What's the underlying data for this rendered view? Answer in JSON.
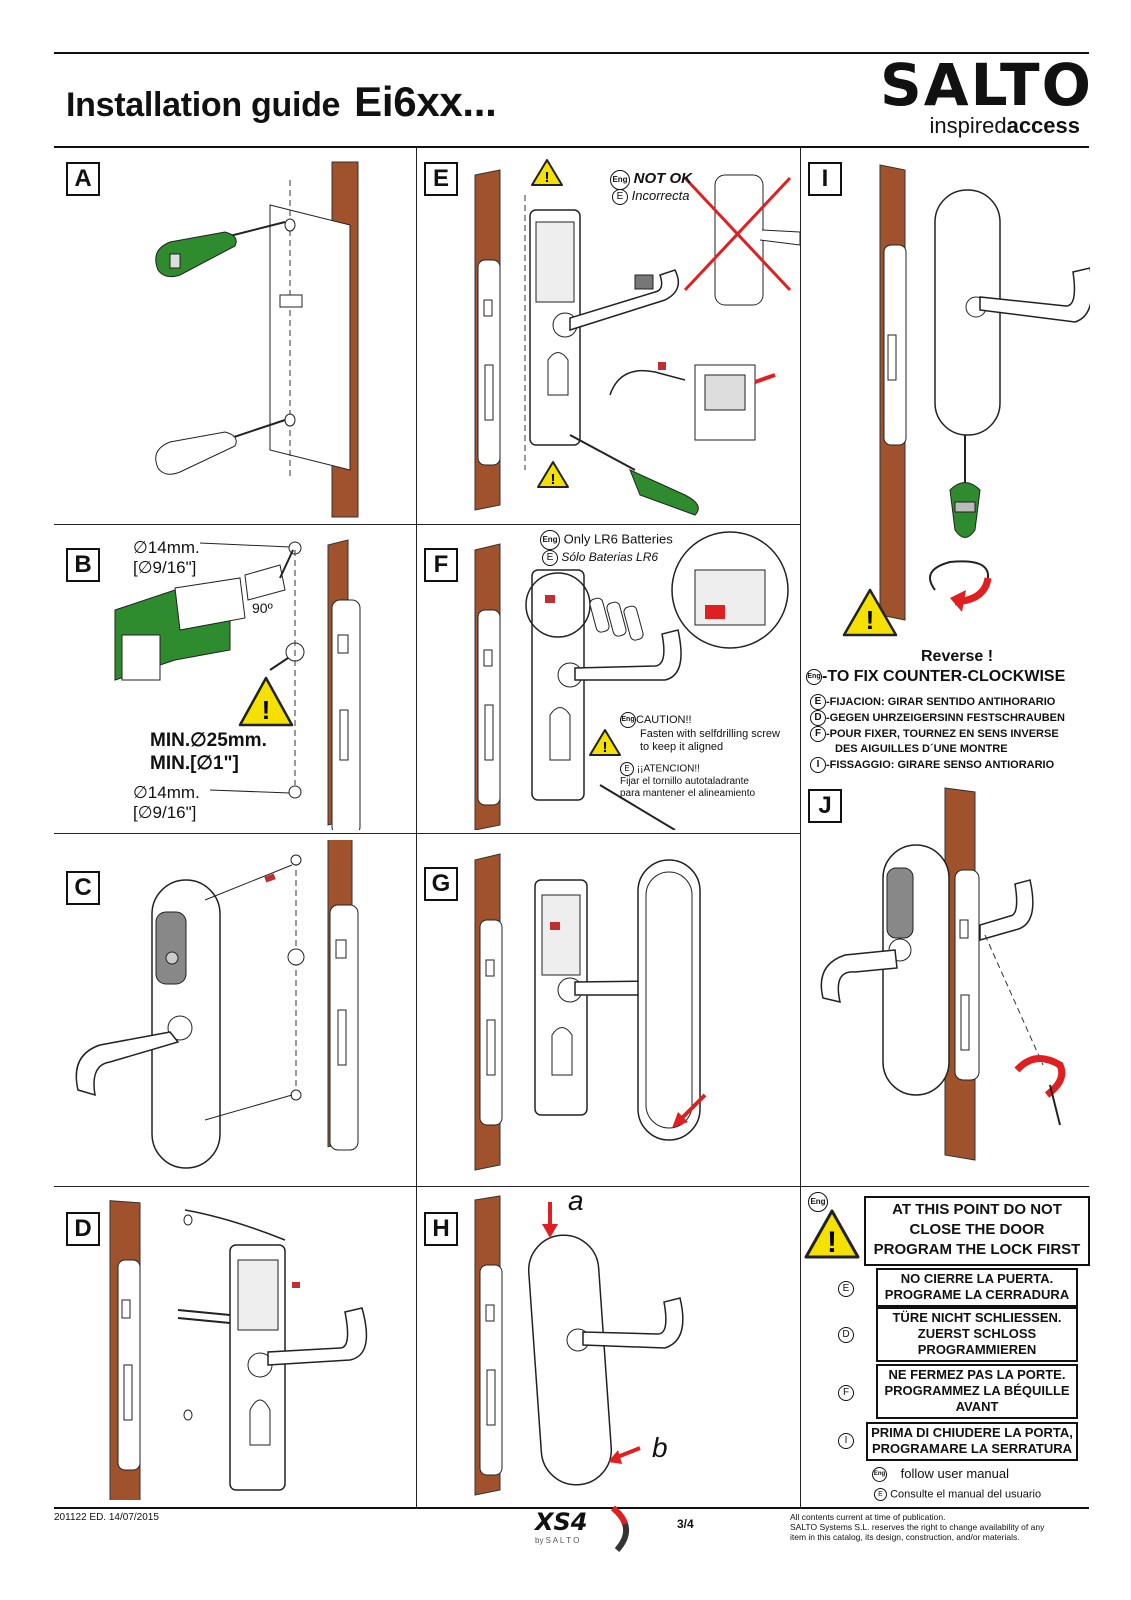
{
  "header": {
    "title": "Installation guide",
    "model": "Ei6xx...",
    "logo_word": "SALTO",
    "logo_tag_light": "inspired",
    "logo_tag_bold": "access"
  },
  "panels": {
    "A": "A",
    "B": "B",
    "C": "C",
    "D": "D",
    "E": "E",
    "F": "F",
    "G": "G",
    "H": "H",
    "I": "I",
    "J": "J"
  },
  "panel_b": {
    "hole_top": "∅14mm.",
    "hole_top_imp": "[∅9/16\"]",
    "angle": "90º",
    "min1": "MIN.∅25mm.",
    "min2": "MIN.[∅1\"]",
    "hole_bottom": "∅14mm.",
    "hole_bottom_imp": "[∅9/16\"]"
  },
  "panel_e": {
    "eng": "Eng",
    "not_ok": "NOT OK",
    "e": "E",
    "incorrecta": "Incorrecta"
  },
  "panel_f": {
    "eng": "Eng",
    "batteries_en": "Only  LR6 Batteries",
    "e": "E",
    "batteries_es": "Sólo  Baterias LR6",
    "caution_en_title": "CAUTION!!",
    "caution_en_1": "Fasten with selfdrilling screw",
    "caution_en_2": "to keep it aligned",
    "caution_es_title": "¡¡ATENCION!!",
    "caution_es_1": "Fijar el tornillo autotaladrante",
    "caution_es_2": "para mantener el alineamiento"
  },
  "panel_h": {
    "a": "a",
    "b": "b"
  },
  "panel_i": {
    "reverse": "Reverse !",
    "eng": "Eng",
    "fix_en": "-TO FIX COUNTER-CLOCKWISE",
    "lines": [
      {
        "code": "E",
        "text": "-FIJACION: GIRAR SENTIDO ANTIHORARIO"
      },
      {
        "code": "D",
        "text": "-GEGEN UHRZEIGERSINN FESTSCHRAUBEN"
      },
      {
        "code": "F",
        "text": "-POUR FIXER, TOURNEZ EN SENS INVERSE"
      },
      {
        "code": "",
        "text": "DES AIGUILLES D´UNE MONTRE"
      },
      {
        "code": "I",
        "text": "-FISSAGGIO: GIRARE SENSO ANTIORARIO"
      }
    ]
  },
  "panel_notice": {
    "eng": "Eng",
    "main_1": "AT THIS POINT DO NOT",
    "main_2": "CLOSE THE DOOR",
    "main_3": "PROGRAM THE LOCK FIRST",
    "es_code": "E",
    "es_1": "NO CIERRE LA PUERTA.",
    "es_2": "PROGRAME LA CERRADURA",
    "de_code": "D",
    "de_1": "TÜRE NICHT SCHLIESSEN.",
    "de_2": "ZUERST SCHLOSS",
    "de_3": "PROGRAMMIEREN",
    "fr_code": "F",
    "fr_1": "NE FERMEZ PAS LA PORTE.",
    "fr_2": "PROGRAMMEZ LA BÉQUILLE",
    "fr_3": "AVANT",
    "it_code": "I",
    "it_1": "PRIMA DI CHIUDERE LA PORTA,",
    "it_2": "PROGRAMARE LA SERRATURA",
    "follow_code": "Eng",
    "follow_en": "follow user manual",
    "consult_code": "E",
    "consult_es": "Consulte el manual del usuario"
  },
  "footer": {
    "edition": "201122 ED. 14/07/2015",
    "xs4": "XS4",
    "by_salto": "by  S A L T O",
    "page": "3/4",
    "legal_1": "All contents current at time of publication.",
    "legal_2": "SALTO Systems S.L. reserves the right to change availability of any",
    "legal_3": "item in this catalog, its design, construction, and/or materials."
  },
  "colors": {
    "door_wood": "#a0522d",
    "handle_green": "#2e8b2e",
    "warning_yellow": "#f5e100",
    "arrow_red": "#e02020"
  }
}
